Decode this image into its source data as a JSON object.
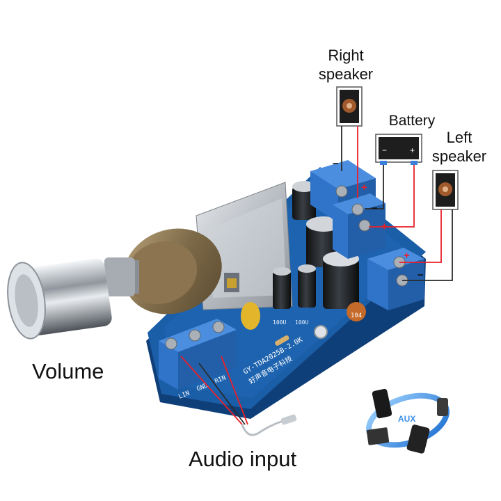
{
  "labels": {
    "right_speaker_line1": "Right",
    "right_speaker_line2": "speaker",
    "battery": "Battery",
    "left_speaker_line1": "Left",
    "left_speaker_line2": "speaker",
    "volume": "Volume",
    "audio_input": "Audio input"
  },
  "board": {
    "model_text": "GY-TDA2025B-2.0K",
    "chinese_text": "好声音电子科技",
    "input_pins": [
      "LIN",
      "GND",
      "RIN"
    ],
    "cap_labels": [
      "100U",
      "100U"
    ],
    "cap_code": "104"
  },
  "badge": {
    "aux_text": "AUX"
  },
  "polarity": {
    "plus": "+",
    "minus": "−"
  },
  "colors": {
    "pcb": "#1b5ea8",
    "terminal": "#2f74c9",
    "wire_red": "#e8202a",
    "wire_dark": "#2a2a2a",
    "heatsink": "#c9cdd2"
  }
}
